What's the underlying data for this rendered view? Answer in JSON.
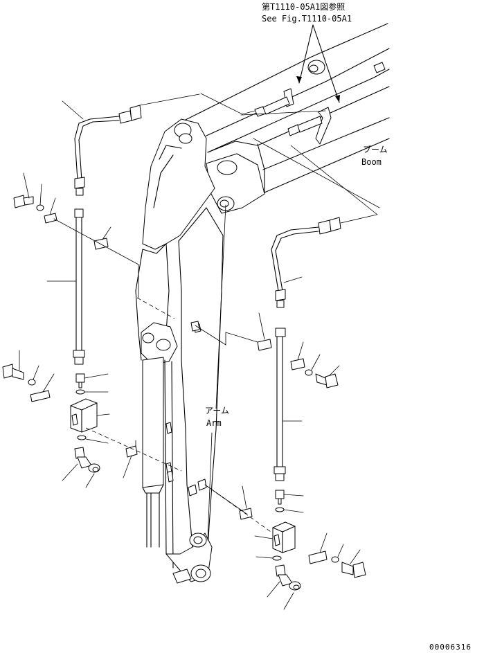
{
  "references": {
    "see_fig_jp": "第T1110-05A1図参照",
    "see_fig_en": "See Fig.T1110-05A1"
  },
  "labels": {
    "boom_jp": "ブーム",
    "boom_en": "Boom",
    "arm_jp": "アーム",
    "arm_en": "Arm"
  },
  "drawing_number": "00006316"
}
